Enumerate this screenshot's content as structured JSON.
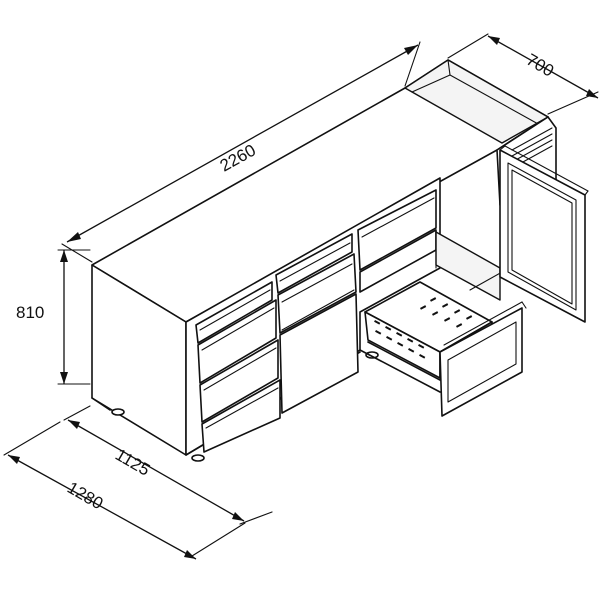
{
  "dimensions": {
    "length": "2260",
    "depth": "700",
    "height": "810",
    "width_inner": "1125",
    "width_outer": "1280"
  }
}
